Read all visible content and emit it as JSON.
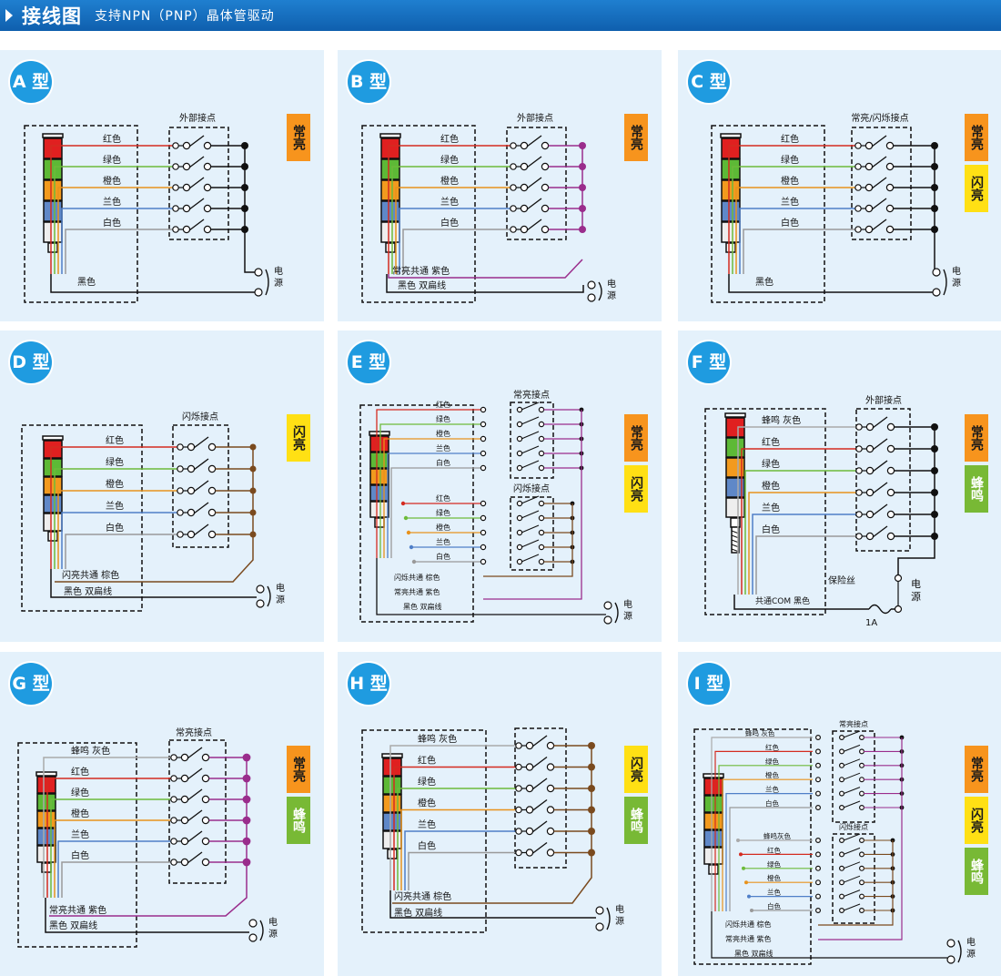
{
  "header": {
    "title": "接线图",
    "subtitle": "支持NPN（PNP）晶体管驱动"
  },
  "colors": {
    "header_blue": "#1570c2",
    "panel_bg": "#e4f1fb",
    "badge_blue": "#1f9be0",
    "mode_orange": "#f7941d",
    "mode_yellow": "#ffe014",
    "mode_green": "#78b935",
    "wire_red": "#d42b20",
    "wire_green": "#6dbb3b",
    "wire_orange": "#e8921c",
    "wire_blue": "#4f7fc8",
    "wire_white": "#999999",
    "wire_black": "#111111",
    "wire_purple": "#9a2d8c",
    "wire_brown": "#7a4a1e",
    "wire_gray": "#aaaaaa"
  },
  "wire_labels": {
    "red": "红色",
    "green": "绿色",
    "orange": "橙色",
    "blue": "兰色",
    "white": "白色",
    "black": "黑色",
    "buzzer_gray": "蜂鸣  灰色",
    "buzzer_gray_compact": "蜂鸣 灰色",
    "buzzer_gray_tight": "蜂鸣灰色"
  },
  "power_label": "电源",
  "panels": [
    {
      "badge": "A 型",
      "contact_label": "外部接点",
      "modes": [
        {
          "text": "常亮",
          "color": "orange"
        }
      ],
      "bottom_labels": [
        "黑色"
      ]
    },
    {
      "badge": "B 型",
      "contact_label": "外部接点",
      "modes": [
        {
          "text": "常亮",
          "color": "orange"
        }
      ],
      "bottom_labels": [
        "常亮共通   紫色",
        "黑色   双扁线"
      ]
    },
    {
      "badge": "C 型",
      "contact_label": "常亮/闪烁接点",
      "modes": [
        {
          "text": "常亮",
          "color": "orange"
        },
        {
          "text": "闪亮",
          "color": "yellow"
        }
      ],
      "bottom_labels": [
        "黑色"
      ]
    },
    {
      "badge": "D 型",
      "contact_label": "闪烁接点",
      "modes": [
        {
          "text": "闪亮",
          "color": "yellow"
        }
      ],
      "bottom_labels": [
        "闪亮共通  棕色",
        "黑色   双扁线"
      ]
    },
    {
      "badge": "E 型",
      "contact_label": "常亮接点",
      "contact_label_2": "闪烁接点",
      "modes": [
        {
          "text": "常亮",
          "color": "orange"
        },
        {
          "text": "闪亮",
          "color": "yellow"
        }
      ],
      "bottom_labels": [
        "闪烁共通   棕色",
        "常亮共通   紫色",
        "黑色   双扁线"
      ]
    },
    {
      "badge": "F 型",
      "contact_label": "外部接点",
      "modes": [
        {
          "text": "常亮",
          "color": "orange"
        },
        {
          "text": "蜂鸣",
          "color": "green"
        }
      ],
      "bottom_labels": [
        "共通COM 黑色"
      ],
      "fuse_label": "保险丝",
      "fuse_rating": "1A"
    },
    {
      "badge": "G 型",
      "contact_label": "常亮接点",
      "modes": [
        {
          "text": "常亮",
          "color": "orange"
        },
        {
          "text": "蜂鸣",
          "color": "green"
        }
      ],
      "bottom_labels": [
        "常亮共通    紫色",
        "黑色      双扁线"
      ]
    },
    {
      "badge": "H 型",
      "contact_label": "",
      "modes": [
        {
          "text": "闪亮",
          "color": "yellow"
        },
        {
          "text": "蜂鸣",
          "color": "green"
        }
      ],
      "bottom_labels": [
        "闪亮共通  棕色",
        "黑色      双扁线"
      ]
    },
    {
      "badge": "I 型",
      "contact_label": "常亮接点",
      "contact_label_2": "闪烁接点",
      "modes": [
        {
          "text": "常亮",
          "color": "orange"
        },
        {
          "text": "闪亮",
          "color": "yellow"
        },
        {
          "text": "蜂鸣",
          "color": "green"
        }
      ],
      "bottom_labels": [
        "闪烁共通   棕色",
        "常亮共通   紫色",
        "黑色   双扁线"
      ]
    }
  ]
}
